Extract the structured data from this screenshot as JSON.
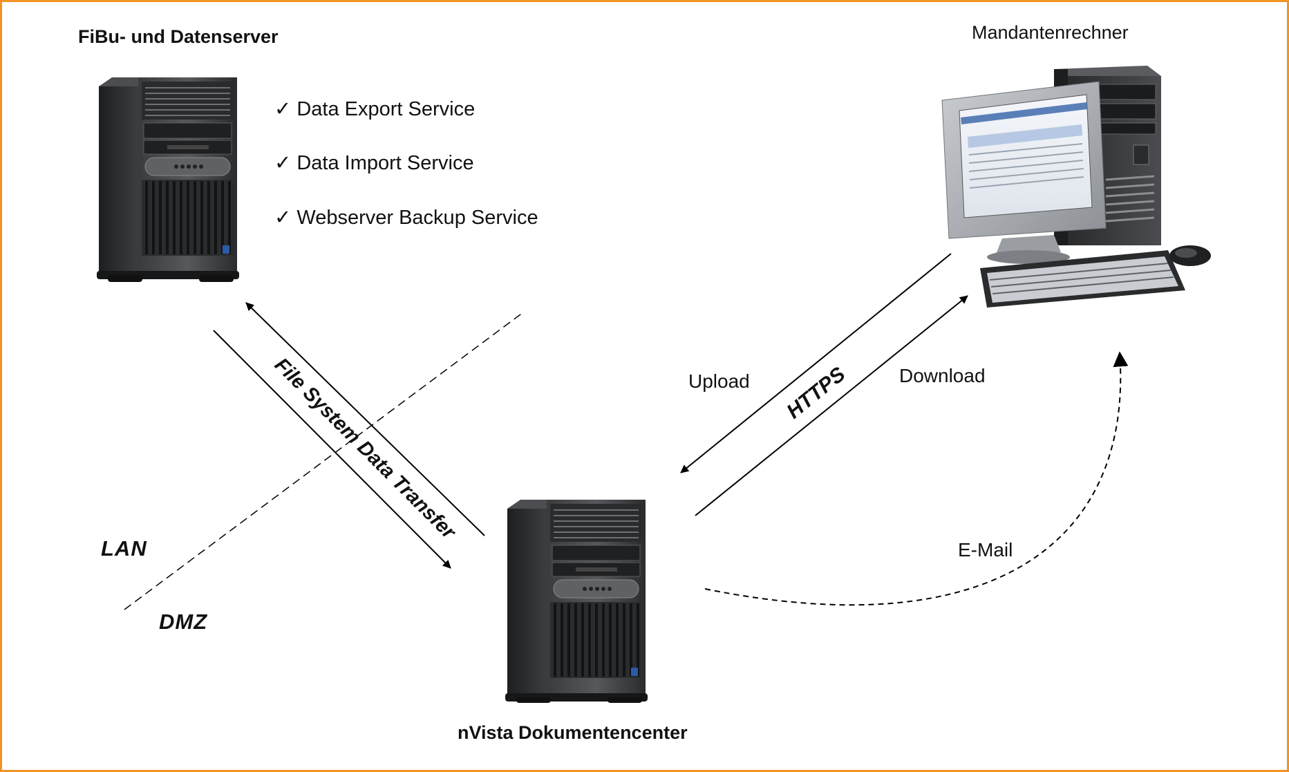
{
  "fibu_title": "FiBu- und Datenserver",
  "client_title": "Mandantenrechner",
  "center_title": "nVista Dokumentencenter",
  "services": [
    "✓ Data Export Service",
    "✓ Data Import Service",
    "✓ Webserver Backup Service"
  ],
  "labels": {
    "upload": "Upload",
    "download": "Download",
    "https": "HTTPS",
    "email": "E-Mail",
    "fs_transfer": "File System Data Transfer",
    "lan": "LAN",
    "dmz": "DMZ"
  },
  "colors": {
    "border": "#f39325"
  }
}
